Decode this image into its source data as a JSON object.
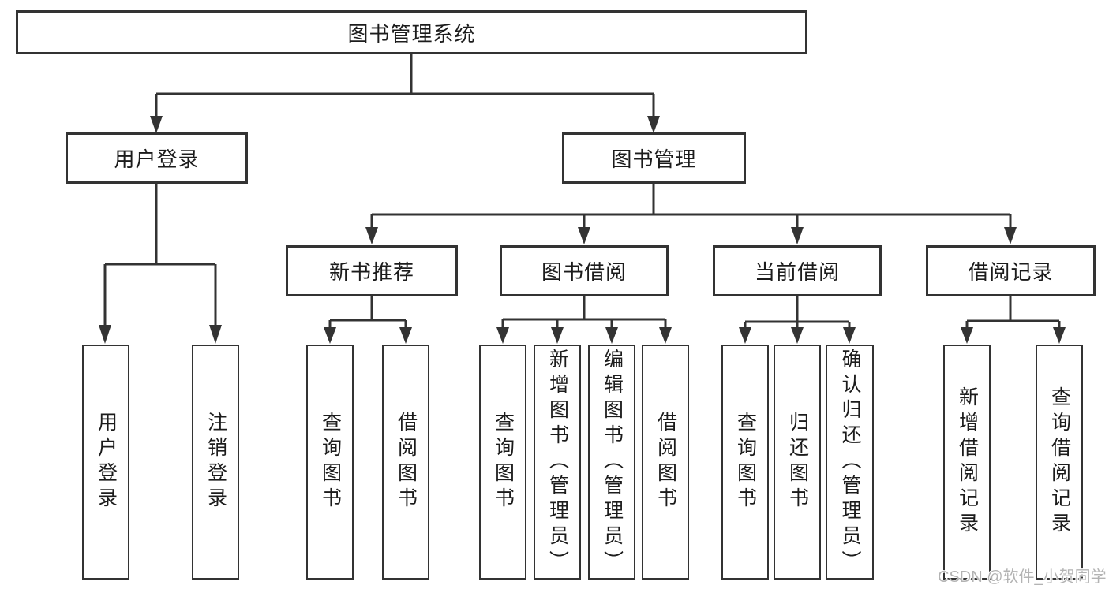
{
  "diagram": {
    "title": "图书管理系统",
    "type": "tree",
    "hierarchy": [
      {
        "parent": "图书管理系统",
        "children": [
          "用户登录",
          "图书管理"
        ]
      },
      {
        "parent": "用户登录",
        "children": [
          "用户登录",
          "注销登录"
        ]
      },
      {
        "parent": "图书管理",
        "children": [
          "新书推荐",
          "图书借阅",
          "当前借阅",
          "借阅记录"
        ]
      },
      {
        "parent": "新书推荐",
        "children": [
          "查询图书",
          "借阅图书"
        ]
      },
      {
        "parent": "图书借阅",
        "children": [
          "查询图书",
          "新增图书（管理员）",
          "编辑图书（管理员）",
          "借阅图书"
        ]
      },
      {
        "parent": "当前借阅",
        "children": [
          "查询图书",
          "归还图书",
          "确认归还（管理员）"
        ]
      },
      {
        "parent": "借阅记录",
        "children": [
          "新增借阅记录",
          "查询借阅记录"
        ]
      }
    ]
  },
  "nodes": {
    "root": {
      "label": "图书管理系统"
    },
    "user_login": {
      "label": "用户登录"
    },
    "book_mgmt": {
      "label": "图书管理"
    },
    "new_books": {
      "label": "新书推荐"
    },
    "book_borrow": {
      "label": "图书借阅"
    },
    "current_borrow": {
      "label": "当前借阅"
    },
    "borrow_records": {
      "label": "借阅记录"
    },
    "leaf_user_login": {
      "label": "用户登录"
    },
    "leaf_logout": {
      "label": "注销登录"
    },
    "leaf_query_books_1": {
      "label": "查询图书"
    },
    "leaf_borrow_books_1": {
      "label": "借阅图书"
    },
    "leaf_query_books_2": {
      "label": "查询图书"
    },
    "leaf_add_books_admin": {
      "label": "新增图书（管理员）"
    },
    "leaf_edit_books_admin": {
      "label": "编辑图书（管理员）"
    },
    "leaf_borrow_books_2": {
      "label": "借阅图书"
    },
    "leaf_query_books_3": {
      "label": "查询图书"
    },
    "leaf_return_books": {
      "label": "归还图书"
    },
    "leaf_confirm_return_admin": {
      "label": "确认归还（管理员）"
    },
    "leaf_add_borrow_record": {
      "label": "新增借阅记录"
    },
    "leaf_query_borrow_record": {
      "label": "查询借阅记录"
    }
  },
  "watermark": {
    "text": "CSDN @软件_小贺同学"
  },
  "colors": {
    "line": "#333333",
    "box_border": "#333333",
    "text": "#1c1c1c",
    "watermark": "#b3b3b3",
    "background": "#ffffff"
  }
}
